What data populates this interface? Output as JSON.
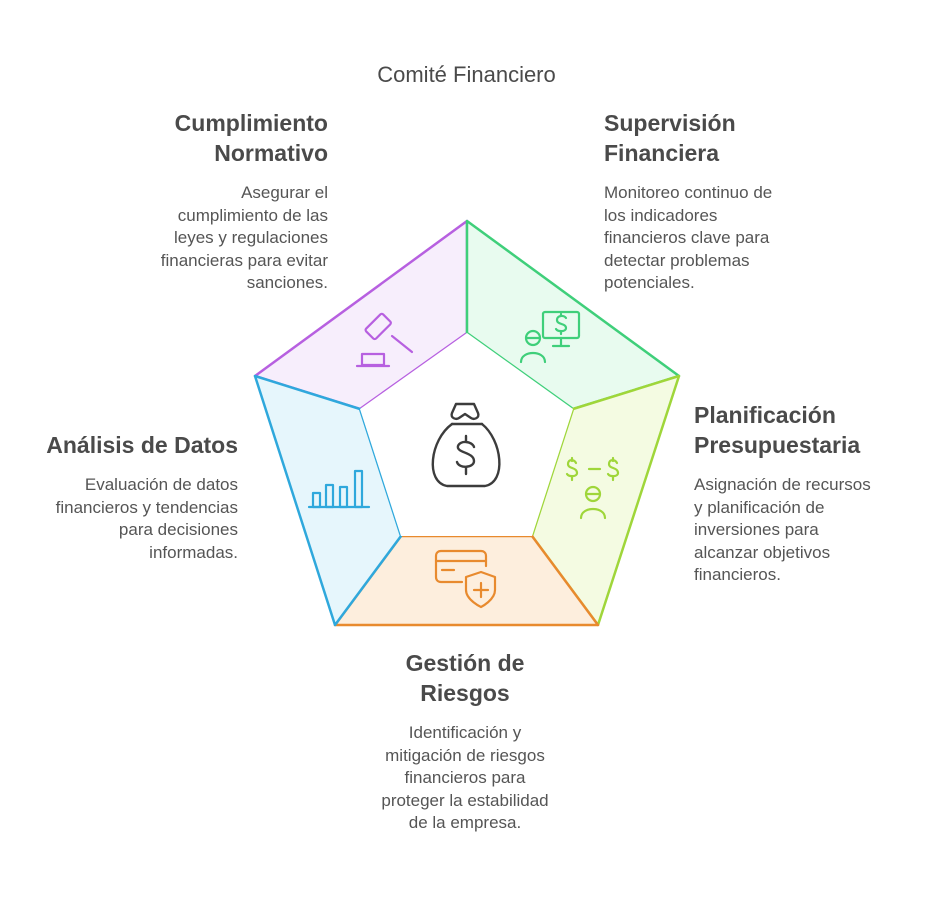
{
  "title": "Comité Financiero",
  "segments": [
    {
      "id": "cumplimiento",
      "heading_lines": [
        "Cumplimiento",
        "Normativo"
      ],
      "desc_lines": [
        "Asegurar el",
        "cumplimiento de las",
        "leyes y regulaciones",
        "financieras para evitar",
        "sanciones."
      ],
      "icon": "gavel-icon",
      "stroke": "#b760e0",
      "fill": "#f7eefc"
    },
    {
      "id": "supervision",
      "heading_lines": [
        "Supervisión",
        "Financiera"
      ],
      "desc_lines": [
        "Monitoreo continuo de",
        "los indicadores",
        "financieros clave para",
        "detectar problemas",
        "potenciales."
      ],
      "icon": "monitor-dollar-person-icon",
      "stroke": "#3fcf7a",
      "fill": "#e8fbef"
    },
    {
      "id": "planificacion",
      "heading_lines": [
        "Planificación",
        "Presupuestaria"
      ],
      "desc_lines": [
        "Asignación de recursos",
        "y planificación de",
        "inversiones para",
        "alcanzar objetivos",
        "financieros."
      ],
      "icon": "budget-person-icon",
      "stroke": "#9fd63a",
      "fill": "#f4fbe2"
    },
    {
      "id": "riesgos",
      "heading_lines": [
        "Gestión de",
        "Riesgos"
      ],
      "desc_lines": [
        "Identificación y",
        "mitigación de riesgos",
        "financieros para",
        "proteger la estabilidad",
        "de la empresa."
      ],
      "icon": "card-shield-icon",
      "stroke": "#e88a2e",
      "fill": "#fdeedd"
    },
    {
      "id": "analisis",
      "heading_lines": [
        "Análisis de Datos"
      ],
      "desc_lines": [
        "Evaluación de datos",
        "financieros y tendencias",
        "para decisiones",
        "informadas."
      ],
      "icon": "bar-chart-icon",
      "stroke": "#2fa8dc",
      "fill": "#e6f6fc"
    }
  ],
  "center_icon": "money-bag-icon",
  "center_stroke": "#3c3c3c"
}
